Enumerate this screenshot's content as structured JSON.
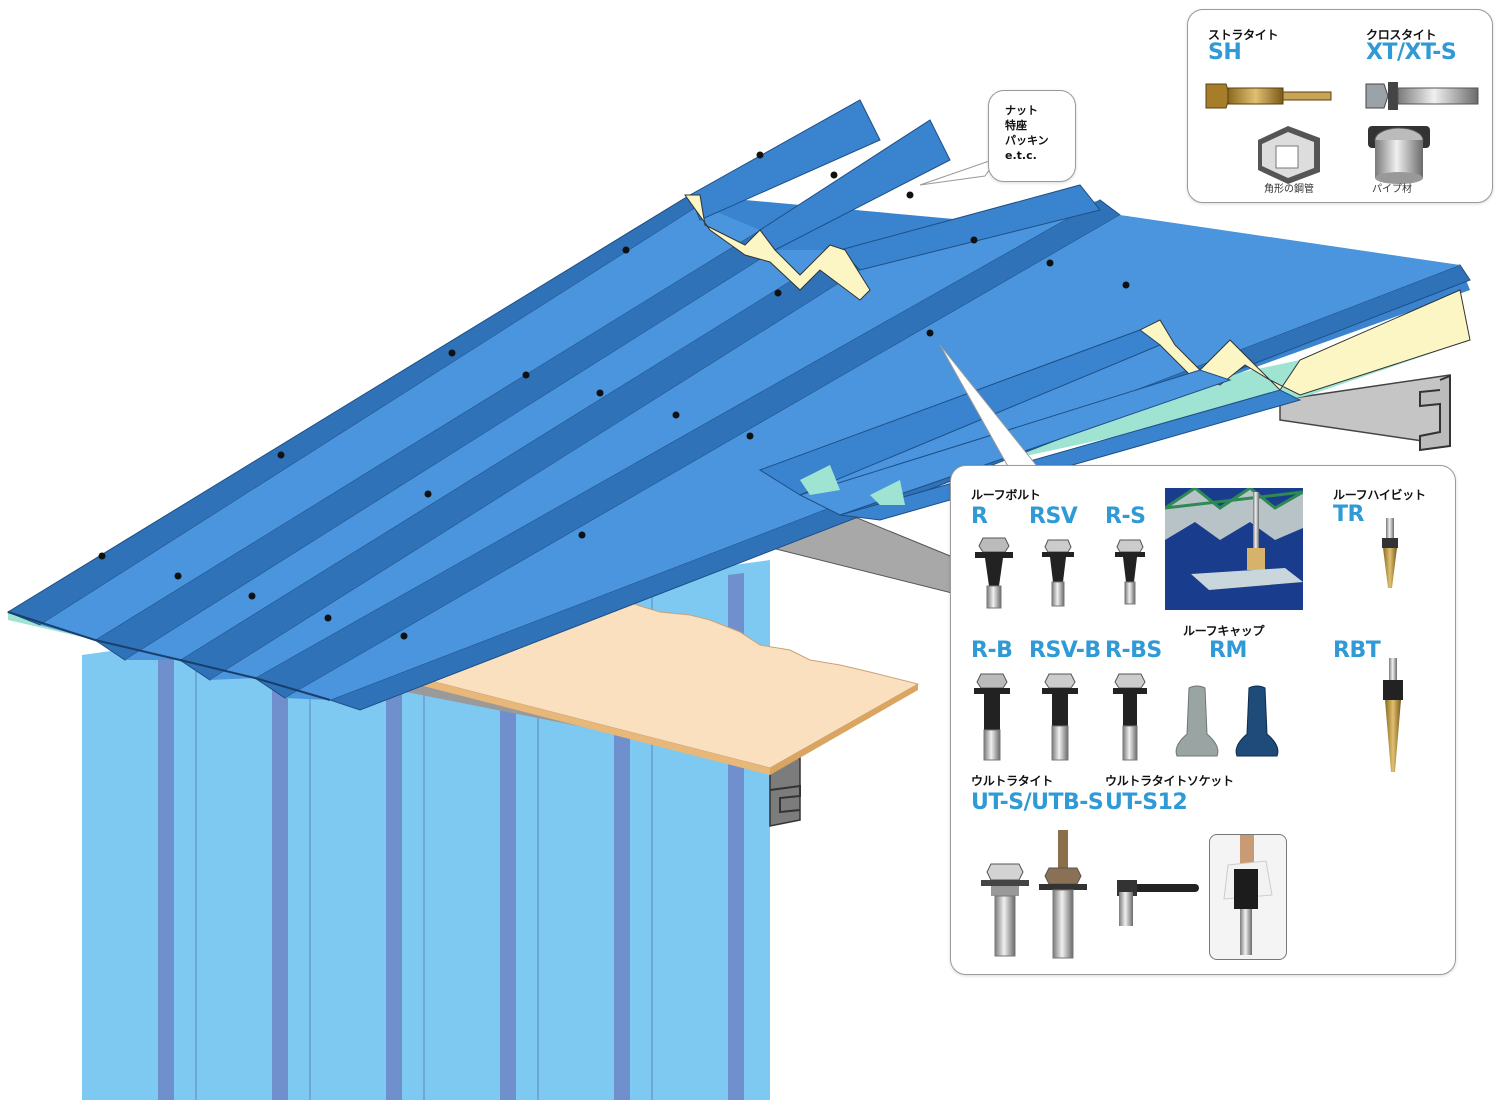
{
  "bubble_small": {
    "lines": [
      "ナット",
      "特座",
      "パッキン",
      "e.t.c."
    ]
  },
  "box_top": {
    "sh": {
      "jp": "ストラタイト",
      "code": "SH"
    },
    "xt": {
      "jp": "クロスタイト",
      "code": "XT/XT-S"
    },
    "caption_square": "角形の鋼管",
    "caption_pipe": "パイプ材"
  },
  "box_main": {
    "roof_bolt_jp": "ルーフボルト",
    "r": "R",
    "rsv": "RSV",
    "rs": "R-S",
    "roof_hibit_jp": "ルーフハイビット",
    "tr": "TR",
    "rb": "R-B",
    "rsvb": "RSV-B",
    "rbs": "R-BS",
    "roof_cap_jp": "ルーフキャップ",
    "rm": "RM",
    "rbt": "RBT",
    "ultra_jp": "ウルトラタイト",
    "uts": "UT-S/UTB-S",
    "ultra_socket_jp": "ウルトラタイトソケット",
    "uts12": "UT-S12"
  },
  "colors": {
    "roof_top": "#3a84cf",
    "roof_edge": "#1f5f9e",
    "insulation": "#fbf6c4",
    "wall": "#7ec9f2",
    "wall_rib": "#6f90cc",
    "purlin": "#b3b3b3",
    "board": "#fbe0bf",
    "accent_label": "#2f9ad6"
  }
}
